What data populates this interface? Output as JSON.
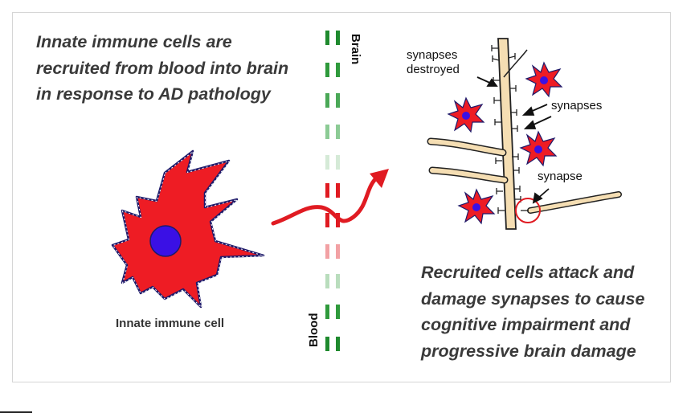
{
  "caption_left": "Innate immune cells are recruited from blood into brain in response to AD pathology",
  "caption_right": "Recruited cells attack and damage synapses to cause cognitive impairment and progressive brain damage",
  "cell_label": "Innate immune cell",
  "label_brain": "Brain",
  "label_blood": "Blood",
  "label_synapses_destroyed": "synapses destroyed",
  "label_synapses": "synapses",
  "label_synapse": "synapse",
  "colors": {
    "cell_fill": "#ee1c24",
    "nucleus_fill": "#3a10e5",
    "barrier_green": "#1f8a2e",
    "barrier_red": "#e01b22",
    "arrow": "#e01b22",
    "neuron": "#f5deb3",
    "text": "#3a3a3a"
  }
}
